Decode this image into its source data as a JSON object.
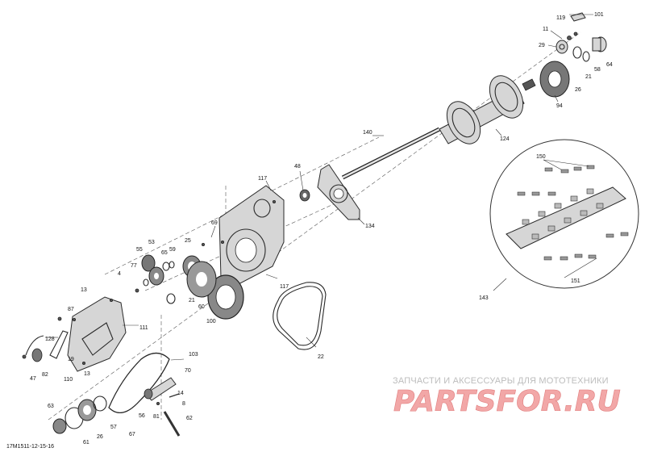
{
  "reference_code": "17M1511-12-15-16",
  "watermark": {
    "tagline": "ЗАПЧАСТИ И АКСЕССУАРЫ ДЛЯ МОТОТЕХНИКИ",
    "logo_text": "PARTSFOR.RU"
  },
  "callouts": {
    "c119": "119",
    "c101": "101",
    "c11": "11",
    "c29": "29",
    "c58": "58",
    "c21a": "21",
    "c64": "64",
    "c26a": "26",
    "c94": "94",
    "c124": "124",
    "c140": "140",
    "c150": "150",
    "c48": "48",
    "c117a": "117",
    "c134": "134",
    "c69": "69",
    "c25": "25",
    "c55": "55",
    "c53": "53",
    "c65": "65",
    "c59": "59",
    "c77": "77",
    "c4": "4",
    "c117b": "117",
    "c13a": "13",
    "c87": "87",
    "c128": "128",
    "c111": "111",
    "c21b": "21",
    "c60": "60",
    "c100": "100",
    "c143": "143",
    "c151": "151",
    "c22": "22",
    "c19": "19",
    "c47": "47",
    "c82": "82",
    "c110": "110",
    "c13b": "13",
    "c103": "103",
    "c70": "70",
    "c14": "14",
    "c8": "8",
    "c81": "81",
    "c62": "62",
    "c63": "63",
    "c56": "56",
    "c57": "57",
    "c26b": "26",
    "c67": "67",
    "c61": "61"
  }
}
